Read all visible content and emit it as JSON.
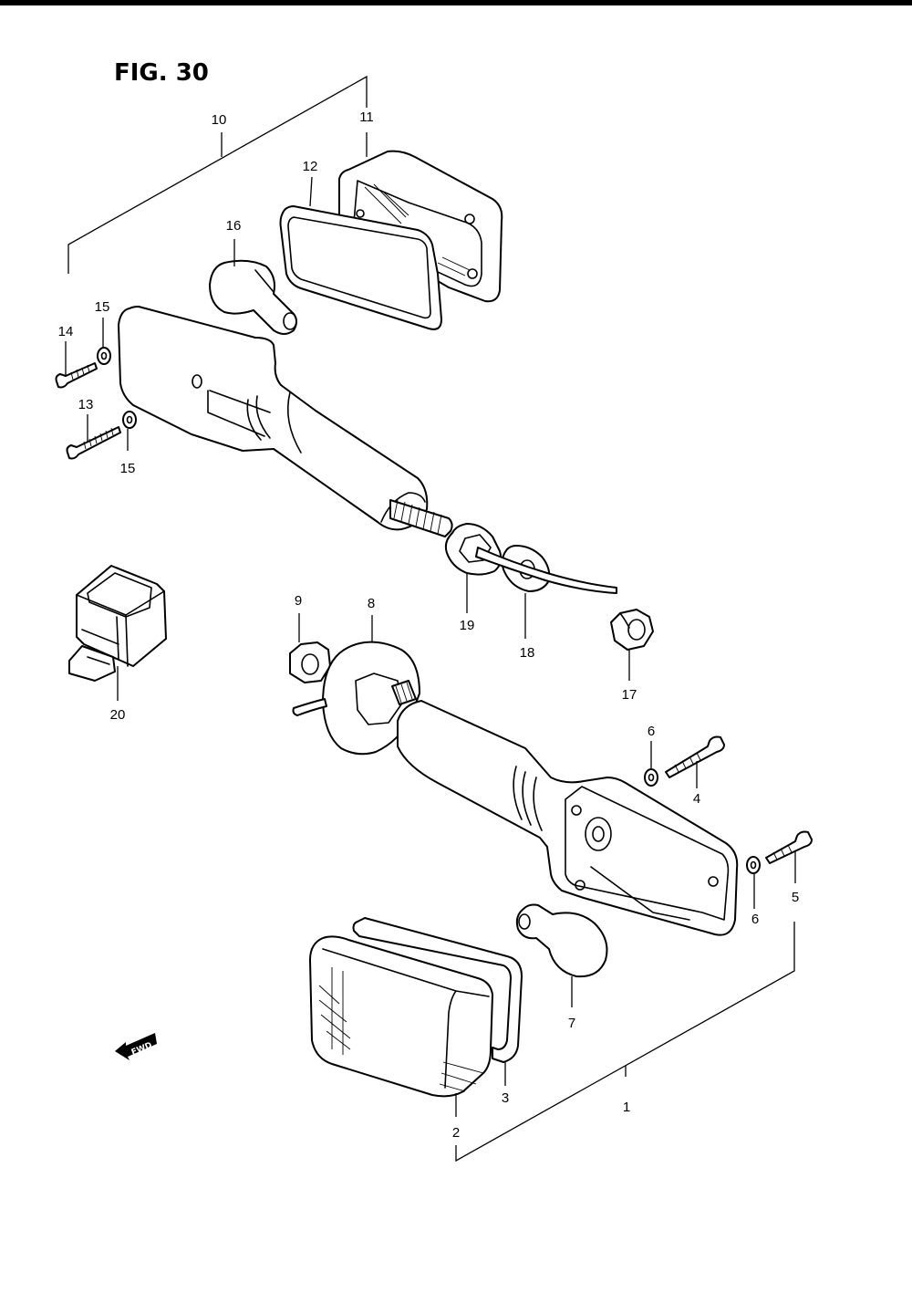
{
  "figure": {
    "title": "FIG. 30",
    "fwd_label": "FWD"
  },
  "callouts": {
    "c1": "1",
    "c2": "2",
    "c3": "3",
    "c4": "4",
    "c5": "5",
    "c6a": "6",
    "c6b": "6",
    "c7": "7",
    "c8": "8",
    "c9": "9",
    "c10": "10",
    "c11": "11",
    "c12": "12",
    "c13": "13",
    "c14": "14",
    "c15a": "15",
    "c15b": "15",
    "c16": "16",
    "c17": "17",
    "c18": "18",
    "c19": "19",
    "c20": "20"
  }
}
